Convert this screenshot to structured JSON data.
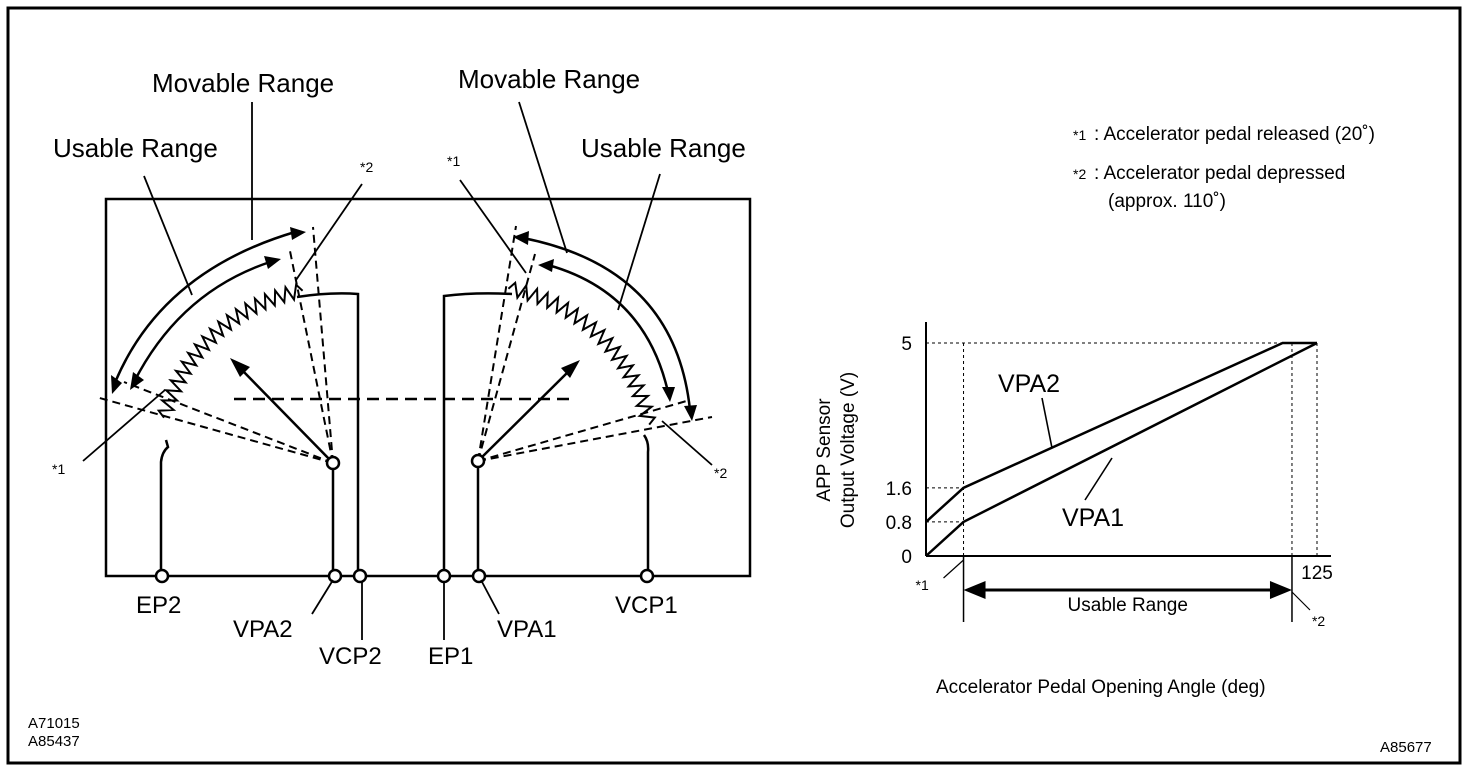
{
  "left_diagram": {
    "movable_range_left": "Movable Range",
    "movable_range_right": "Movable Range",
    "usable_range_left": "Usable Range",
    "usable_range_right": "Usable Range",
    "star1": "*1",
    "star2": "*2",
    "terminals": [
      "EP2",
      "VPA2",
      "VCP2",
      "EP1",
      "VPA1",
      "VCP1"
    ],
    "figure_codes": [
      "A71015",
      "A85437"
    ]
  },
  "notes": [
    {
      "marker": "*1",
      "text": ": Accelerator pedal released (20˚)"
    },
    {
      "marker": "*2",
      "text": ": Accelerator pedal depressed"
    },
    {
      "marker": "",
      "text": "(approx. 110˚)"
    }
  ],
  "chart_data": {
    "type": "line",
    "title": "",
    "xlabel": "Accelerator Pedal Opening Angle (deg)",
    "ylabel_line1": "APP Sensor",
    "ylabel_line2": "Output Voltage (V)",
    "xlim": [
      0,
      125
    ],
    "ylim": [
      0,
      5
    ],
    "yticks": [
      "0",
      "0.8",
      "1.6",
      "5"
    ],
    "xtick_label": "125",
    "x_markers": [
      {
        "label": "*1",
        "x": 12
      },
      {
        "label": "*2",
        "x": 117
      }
    ],
    "usable_range_label": "Usable Range",
    "series": [
      {
        "name": "VPA2",
        "points": [
          [
            0,
            0.8
          ],
          [
            12,
            1.6
          ],
          [
            114,
            5
          ],
          [
            125,
            5
          ]
        ]
      },
      {
        "name": "VPA1",
        "points": [
          [
            0,
            0
          ],
          [
            12,
            0.8
          ],
          [
            125,
            5
          ]
        ]
      }
    ],
    "figure_code": "A85677"
  }
}
